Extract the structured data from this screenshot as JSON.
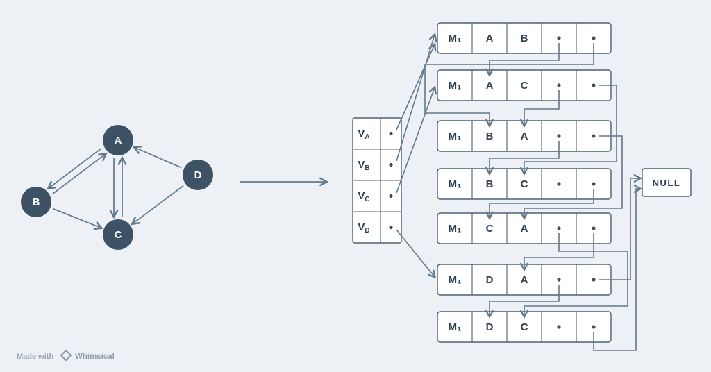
{
  "background_color": "#edf1f6",
  "colors": {
    "node_fill": "#3d5265",
    "node_text": "#ffffff",
    "line": "#62788b",
    "box_border": "#4d6273",
    "text": "#2e4154"
  },
  "graph": {
    "nodes": [
      {
        "id": "A",
        "label": "A"
      },
      {
        "id": "B",
        "label": "B"
      },
      {
        "id": "C",
        "label": "C"
      },
      {
        "id": "D",
        "label": "D"
      }
    ],
    "edges": [
      {
        "from": "A",
        "to": "B"
      },
      {
        "from": "B",
        "to": "A"
      },
      {
        "from": "A",
        "to": "C"
      },
      {
        "from": "C",
        "to": "A"
      },
      {
        "from": "B",
        "to": "C"
      },
      {
        "from": "D",
        "to": "A"
      },
      {
        "from": "D",
        "to": "C"
      }
    ]
  },
  "vertex_table": {
    "rows": [
      {
        "main": "V",
        "sub": "A"
      },
      {
        "main": "V",
        "sub": "B"
      },
      {
        "main": "V",
        "sub": "C"
      },
      {
        "main": "V",
        "sub": "D"
      }
    ]
  },
  "edge_nodes": [
    {
      "label": "M₁",
      "v1": "A",
      "v2": "B"
    },
    {
      "label": "M₁",
      "v1": "A",
      "v2": "C"
    },
    {
      "label": "M₁",
      "v1": "B",
      "v2": "A"
    },
    {
      "label": "M₁",
      "v1": "B",
      "v2": "C"
    },
    {
      "label": "M₁",
      "v1": "C",
      "v2": "A"
    },
    {
      "label": "M₁",
      "v1": "D",
      "v2": "A"
    },
    {
      "label": "M₁",
      "v1": "D",
      "v2": "C"
    }
  ],
  "pointer_links": [
    {
      "from": "V_A",
      "to": "row1"
    },
    {
      "from": "V_B",
      "to": "row1"
    },
    {
      "from": "V_C",
      "to": "row2"
    },
    {
      "from": "V_D",
      "to": "row6"
    },
    {
      "from": "row1.p1",
      "to": "row2.v1"
    },
    {
      "from": "row1.p2",
      "to": "row3.v1"
    },
    {
      "from": "row2.p1",
      "to": "row3.v2"
    },
    {
      "from": "row2.p2",
      "to": "row4.v2"
    },
    {
      "from": "row3.p1",
      "to": "row4.v1"
    },
    {
      "from": "row3.p2",
      "to": "row5.v2"
    },
    {
      "from": "row4.p2",
      "to": "row5.v1"
    },
    {
      "from": "row5.p1",
      "to": "row7.v2"
    },
    {
      "from": "row5.p2",
      "to": "row6.v2"
    },
    {
      "from": "row6.p1",
      "to": "row7.v1"
    },
    {
      "from": "row6.p2",
      "to": "NULL"
    },
    {
      "from": "row7.p2",
      "to": "NULL"
    }
  ],
  "null_box": {
    "label": "NULL"
  },
  "watermark": {
    "prefix": "Made with",
    "brand": "Whimsical"
  }
}
